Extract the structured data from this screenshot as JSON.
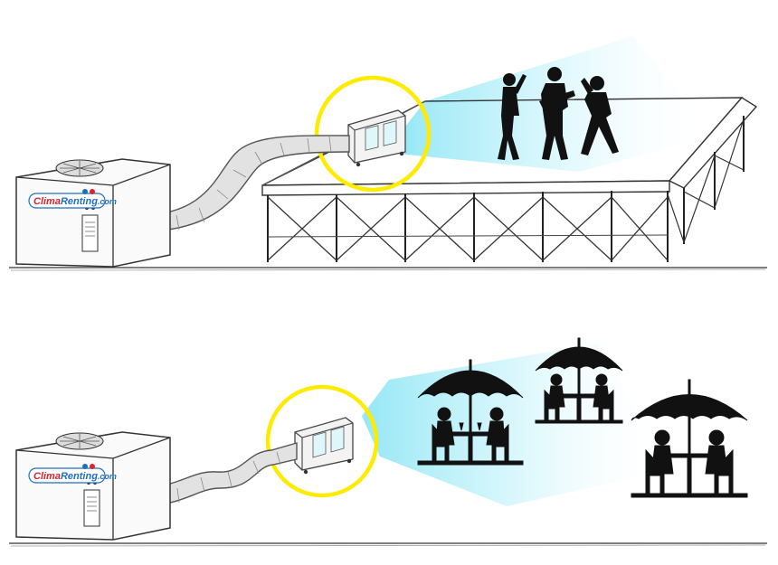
{
  "scenes": [
    {
      "id": "stage-scene",
      "brand": {
        "clima": "Clima",
        "renting": "Renting",
        "tld": ".com"
      }
    },
    {
      "id": "terrace-scene",
      "brand": {
        "clima": "Clima",
        "renting": "Renting",
        "tld": ".com"
      }
    }
  ],
  "colors": {
    "ink": "#1a1a1a",
    "sketch": "#444444",
    "highlight": "#ffeb00",
    "airflow": "#c9f4fb",
    "brand_blue": "#1f6fc0",
    "brand_red": "#d9252b"
  },
  "icons": [
    "air-conditioner-icon",
    "portable-ac-unit-icon",
    "musician-silhouette-icon",
    "umbrella-table-icon"
  ]
}
